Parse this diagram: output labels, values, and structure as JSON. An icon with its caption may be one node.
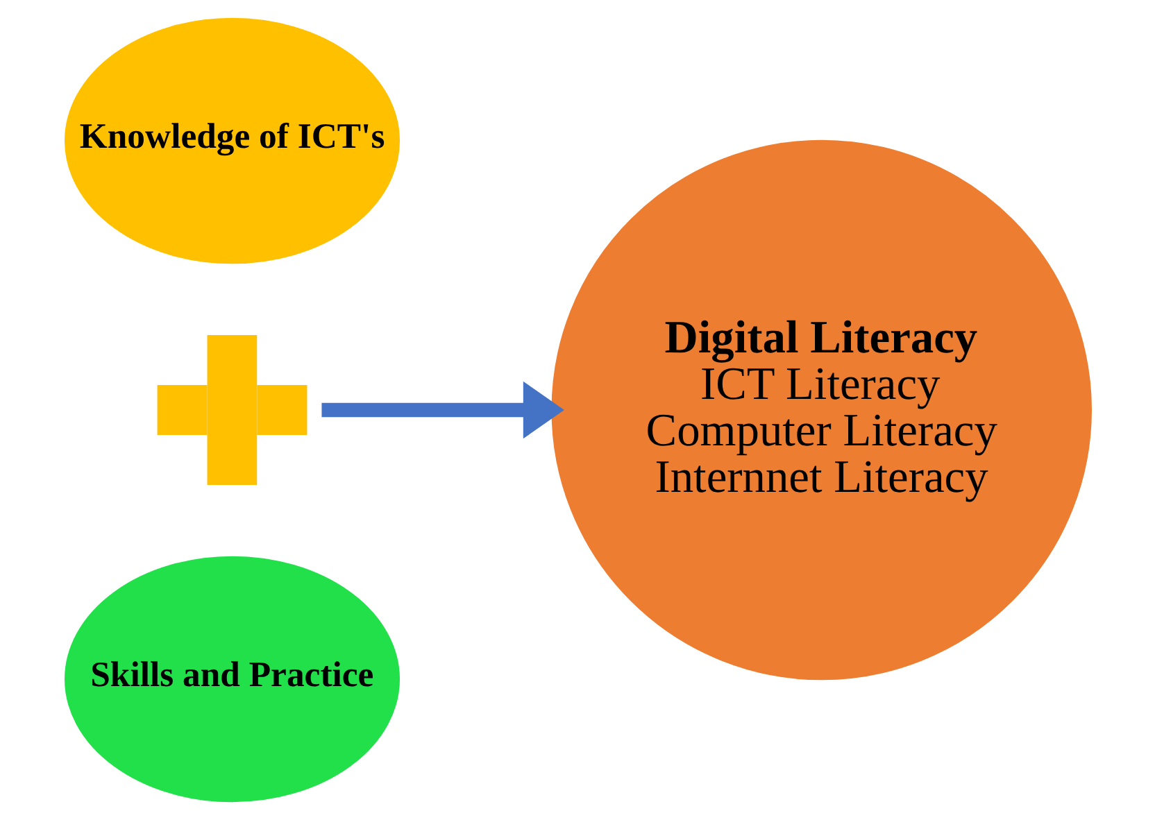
{
  "diagram": {
    "nodes": [
      {
        "text": [
          "Knowledge of ICT's"
        ]
      },
      {
        "text": [],
        "shape": "plus"
      },
      {
        "text": [
          "Skills and Practice"
        ]
      },
      {
        "text": [
          "Digital Literacy",
          "ICT Literacy",
          "Computer Literacy",
          "Internnet Literacy"
        ]
      }
    ],
    "edges": [
      {
        "from": 1,
        "to": 3,
        "arrow": "to",
        "color": "#4472c4"
      }
    ]
  }
}
